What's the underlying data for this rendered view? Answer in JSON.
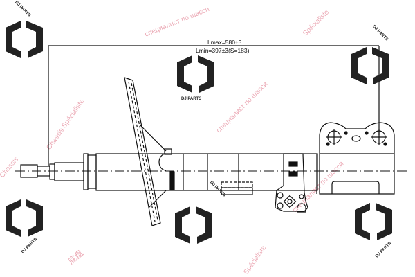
{
  "drawing": {
    "title": "Shock absorber / strut technical drawing",
    "dimensions": {
      "lmax": "Lmax=580±3",
      "lmin": "Lmin=397±3(S=183)"
    },
    "colors": {
      "line": "#111111",
      "logo": "#222222",
      "watermark": "#e89aa8"
    }
  },
  "watermarks": {
    "chassis_specialiste": "Chassis Spécialiste",
    "chassis": "Chassis",
    "specialiste": "Spécialiste",
    "russian": "специалист по шасси",
    "chinese": "底盘"
  },
  "logos": {
    "brand_text": "DJ PARTS",
    "icon": "dj-parts-logo-icon"
  }
}
